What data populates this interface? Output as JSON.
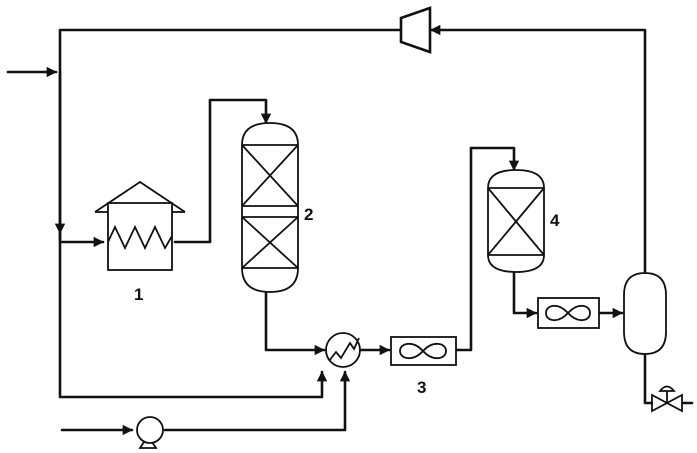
{
  "labels": {
    "furnace": "1",
    "reactor": "2",
    "cooler": "3",
    "second_reactor": "4"
  }
}
